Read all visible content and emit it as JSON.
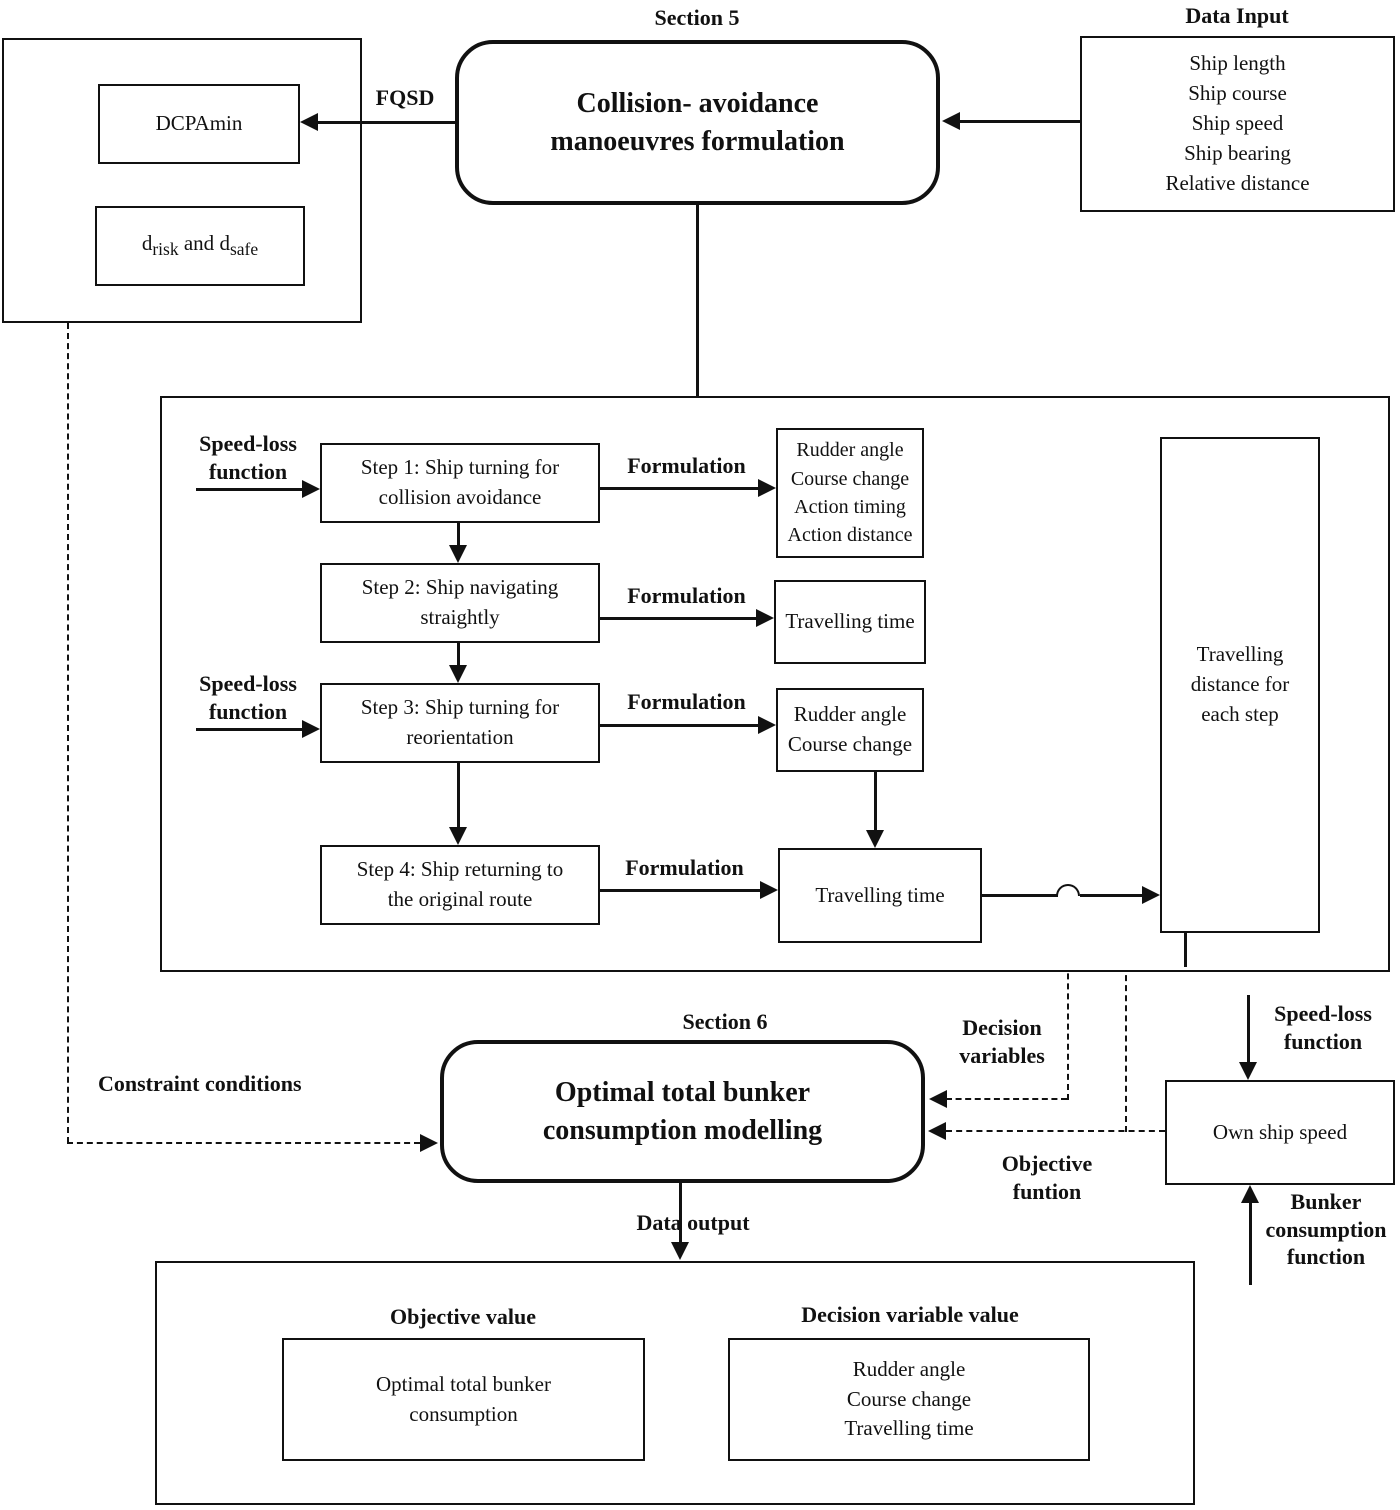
{
  "diagram": {
    "section5_label": "Section 5",
    "section5_title": [
      "Collision- avoidance",
      "manoeuvres formulation"
    ],
    "data_input_label": "Data Input",
    "data_input_items": [
      "Ship length",
      "Ship course",
      "Ship speed",
      "Ship bearing",
      "Relative distance"
    ],
    "fqsd_label": "FQSD",
    "dcpa_label": "DCPAmin",
    "d_risk_safe": {
      "d1": "d",
      "sub1": "risk",
      "mid": " and ",
      "d2": "d",
      "sub2": "safe"
    },
    "speed_loss": [
      "Speed-loss",
      "function"
    ],
    "formulation_label": "Formulation",
    "steps": [
      [
        "Step 1: Ship turning for",
        "collision avoidance"
      ],
      [
        "Step 2: Ship navigating",
        "straightly"
      ],
      [
        "Step 3: Ship turning for",
        "reorientation"
      ],
      [
        "Step 4: Ship returning to",
        "the original route"
      ]
    ],
    "step_outputs": {
      "box1": [
        "Rudder angle",
        "Course change",
        "Action timing",
        "Action distance"
      ],
      "box2": "Travelling time",
      "box3": [
        "Rudder angle",
        "Course change"
      ],
      "box4": "Travelling time"
    },
    "travel_distance": [
      "Travelling",
      "distance for",
      "each step"
    ],
    "decision_variables": [
      "Decision",
      "variables"
    ],
    "section6_label": "Section 6",
    "section6_title": [
      "Optimal total bunker",
      "consumption modelling"
    ],
    "constraint_label": "Constraint conditions",
    "objective_function": [
      "Objective",
      "funtion"
    ],
    "own_ship_label": "Own ship speed",
    "speed_loss_right": [
      "Speed-loss",
      "function"
    ],
    "bunker_function": [
      "Bunker",
      "consumption",
      "function"
    ],
    "data_output_label": "Data output",
    "output": {
      "objective_label": "Objective value",
      "objective_value": [
        "Optimal total bunker",
        "consumption"
      ],
      "decision_label": "Decision variable value",
      "decision_values": [
        "Rudder angle",
        "Course change",
        "Travelling time"
      ]
    },
    "line_color": "#111111"
  }
}
